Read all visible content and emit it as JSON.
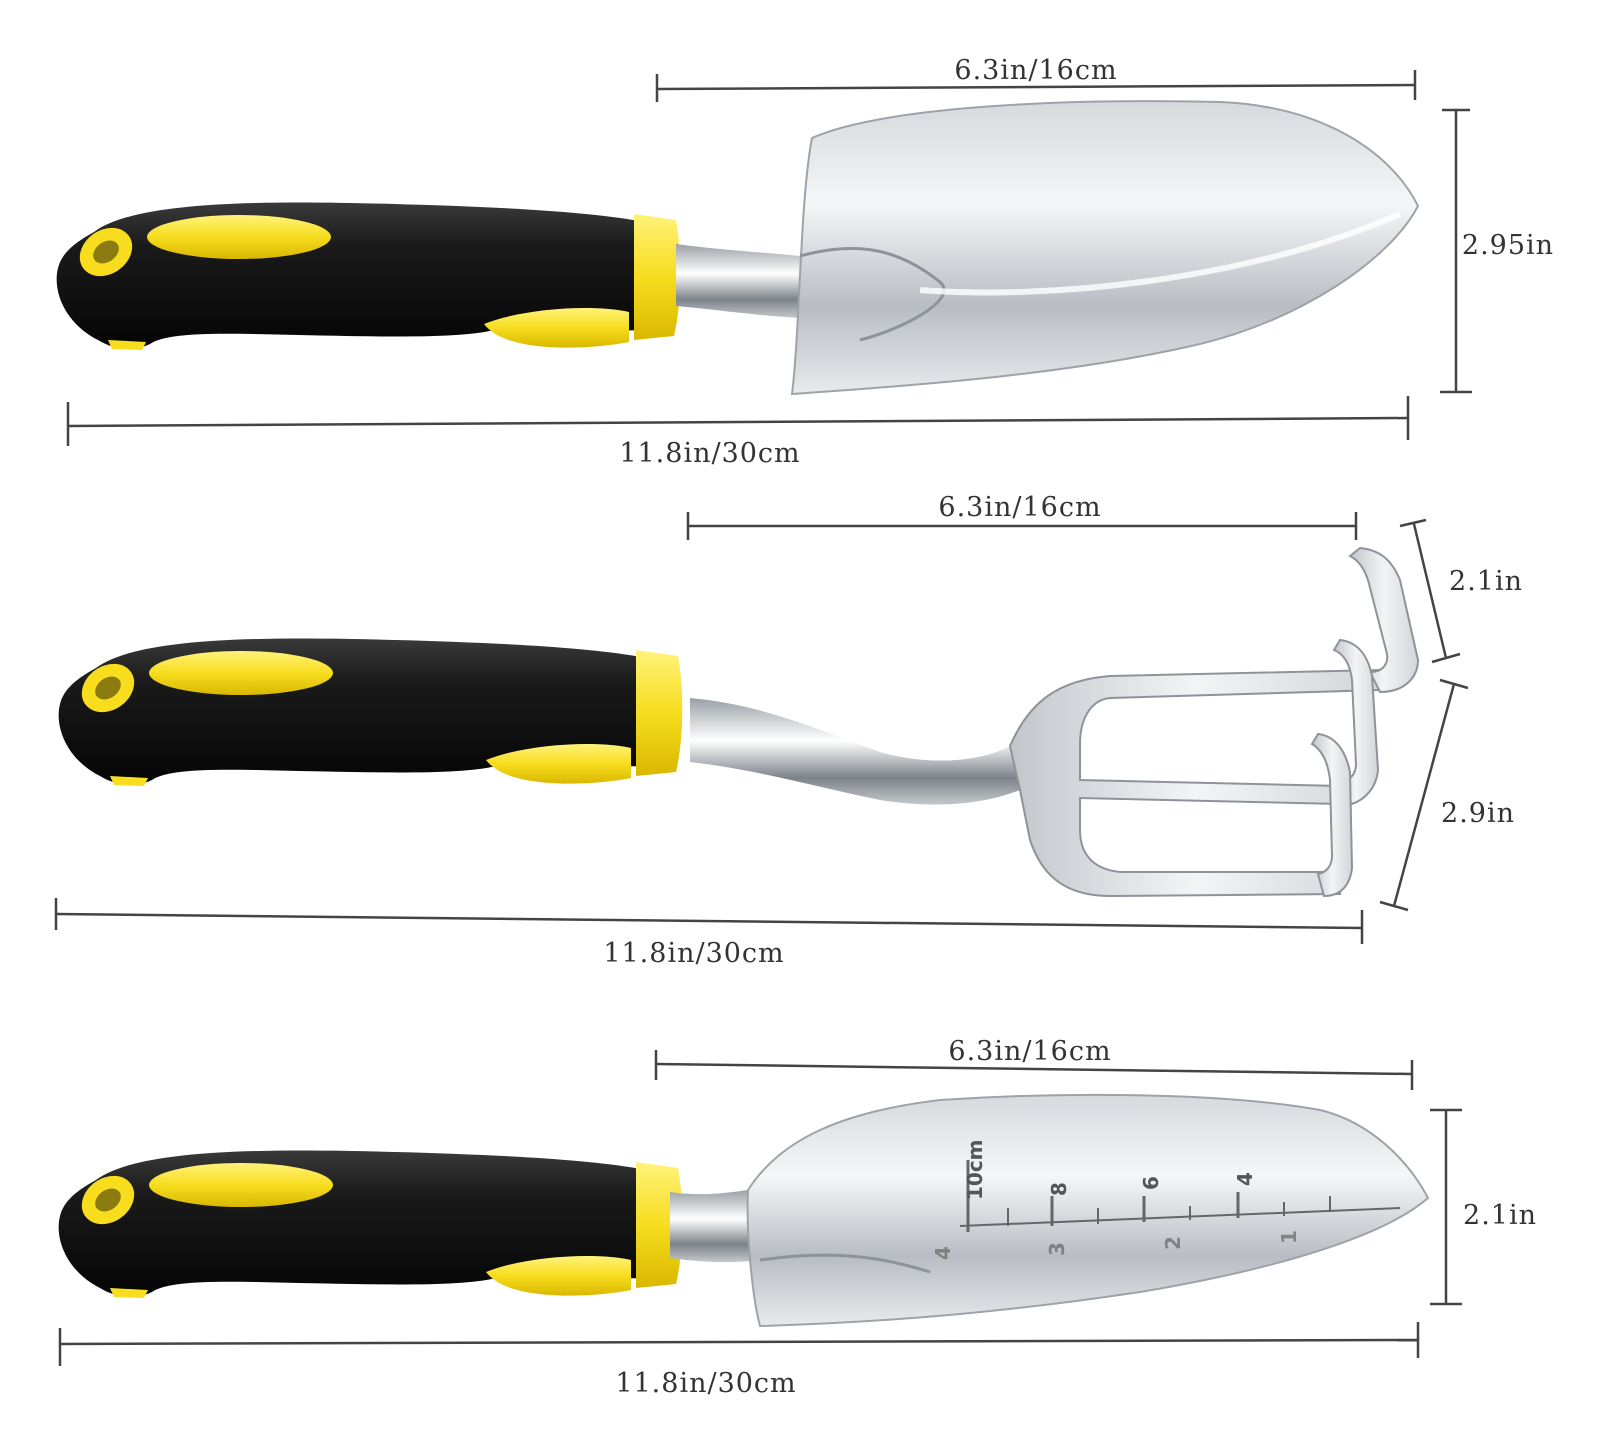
{
  "colors": {
    "handle_black": "#151515",
    "grip_yellow": "#f7dd1e",
    "steel_light": "#f1f2f4",
    "steel_mid": "#c9ccd1",
    "steel_dark": "#8e939a",
    "dimension_line": "#444444"
  },
  "tools": [
    {
      "name": "trowel",
      "blade_length": "6.3in/16cm",
      "blade_width": "2.95in",
      "total_length": "11.8in/30cm"
    },
    {
      "name": "cultivator",
      "blade_length": "6.3in/16cm",
      "tine_height": "2.1in",
      "tine_width": "2.9in",
      "total_length": "11.8in/30cm"
    },
    {
      "name": "transplanter",
      "blade_length": "6.3in/16cm",
      "blade_width": "2.1in",
      "total_length": "11.8in/30cm",
      "ruler": {
        "unit": "10cm",
        "cm_marks": [
          "8",
          "6",
          "4"
        ],
        "inch_marks": [
          "4",
          "3",
          "2",
          "1"
        ]
      }
    }
  ]
}
